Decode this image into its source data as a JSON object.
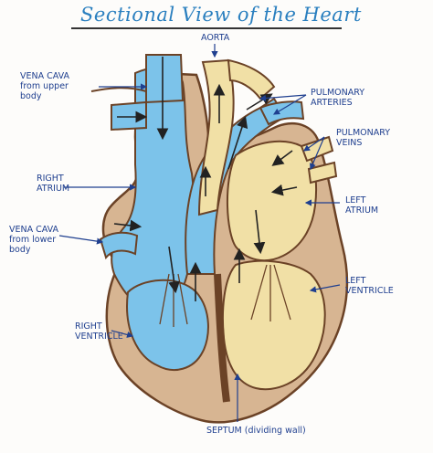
{
  "title": "Sectional View of the Heart",
  "labels": {
    "aorta": "AORTA",
    "vena_cava_upper": [
      "VENA CAVA",
      "from upper",
      "body"
    ],
    "pulmonary_arteries": [
      "PULMONARY",
      "ARTERIES"
    ],
    "pulmonary_veins": [
      "PULMONARY",
      "VEINS"
    ],
    "right_atrium": [
      "RIGHT",
      "ATRIUM"
    ],
    "left_atrium": [
      "LEFT",
      "ATRIUM"
    ],
    "vena_cava_lower": [
      "VENA CAVA",
      "from lower",
      "body"
    ],
    "left_ventricle": [
      "LEFT",
      "VENTRICLE"
    ],
    "right_ventricle": [
      "RIGHT",
      "VENTRICLE"
    ],
    "septum": "SEPTUM (dividing wall)"
  },
  "colors": {
    "blood_deoxygenated": "#7cc3ea",
    "blood_oxygenated": "#f1e0a6",
    "muscle": "#c9a27e",
    "muscle_dark": "#8a5a3a",
    "label_text": "#1f3f8f",
    "title_text": "#2a7fbf"
  }
}
